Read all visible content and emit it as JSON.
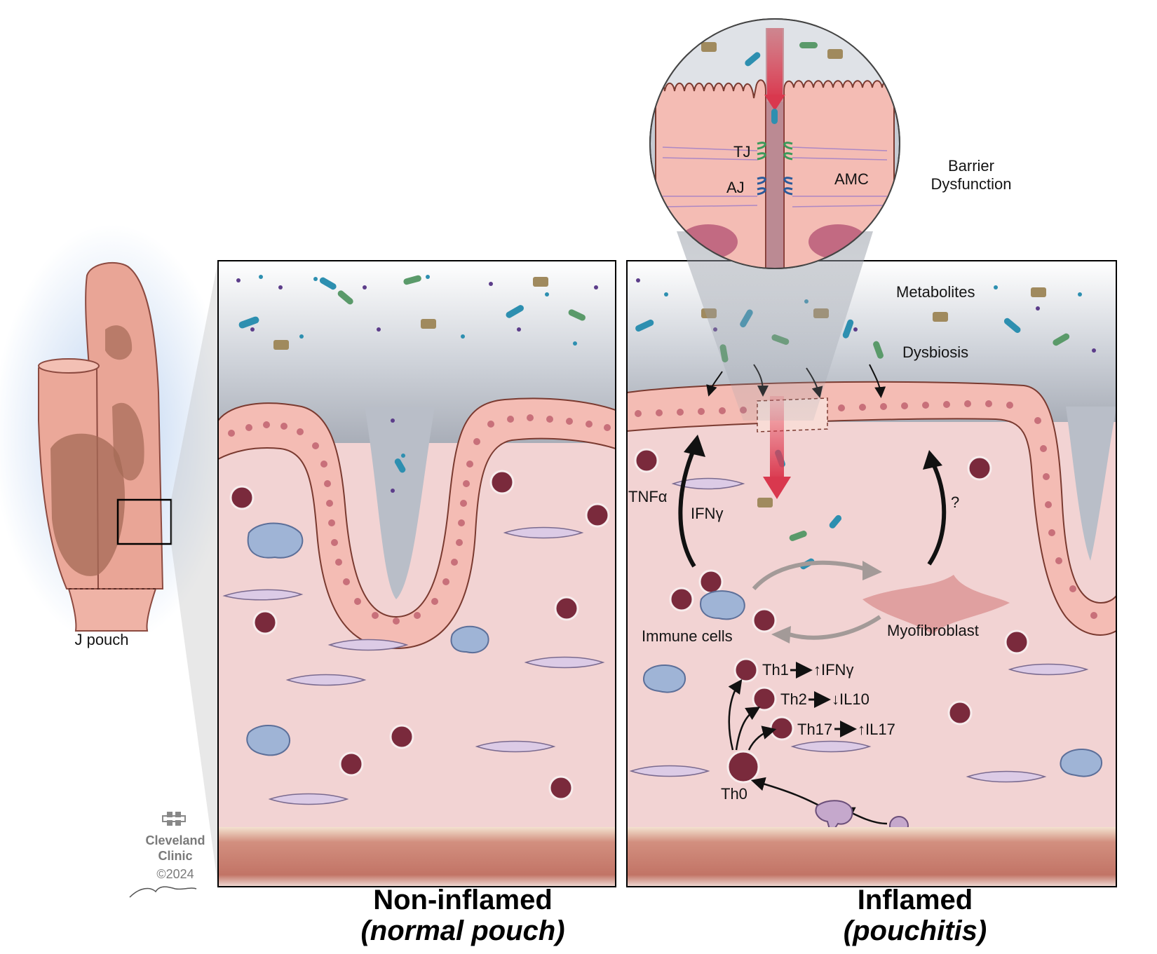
{
  "labels": {
    "j_pouch": "J pouch",
    "barrier_dysfunction_line1": "Barrier",
    "barrier_dysfunction_line2": "Dysfunction",
    "tj": "TJ",
    "aj": "AJ",
    "amc": "AMC",
    "metabolites": "Metabolites",
    "dysbiosis": "Dysbiosis",
    "tnf_alpha": "TNFα",
    "ifn_gamma": "IFNγ",
    "question": "?",
    "immune_cells": "Immune cells",
    "myofibroblast": "Myofibroblast",
    "th1": "Th1",
    "th1_effect": "↑IFNγ",
    "th2": "Th2",
    "th2_effect": "↓IL10",
    "th17": "Th17",
    "th17_effect": "↑IL17",
    "th0": "Th0"
  },
  "captions": {
    "left_main": "Non-inflamed",
    "left_sub": "(normal pouch)",
    "right_main": "Inflamed",
    "right_sub": "(pouchitis)"
  },
  "credit": {
    "org_line1": "Cleveland",
    "org_line2": "Clinic",
    "year": "©2024"
  },
  "colors": {
    "tissue": "#f2d3d3",
    "epithelium": "#f4bcb4",
    "nucleus": "#c8707a",
    "lumen": "#c6cbd3",
    "immune_cell": "#7a2a3c",
    "barrier_arrow": "#d9384e",
    "muscle": "#c98577",
    "bacteria_green": "#5a9a6a",
    "bacteria_teal": "#2d8fb0",
    "bacteria_tan": "#a08a5e"
  }
}
